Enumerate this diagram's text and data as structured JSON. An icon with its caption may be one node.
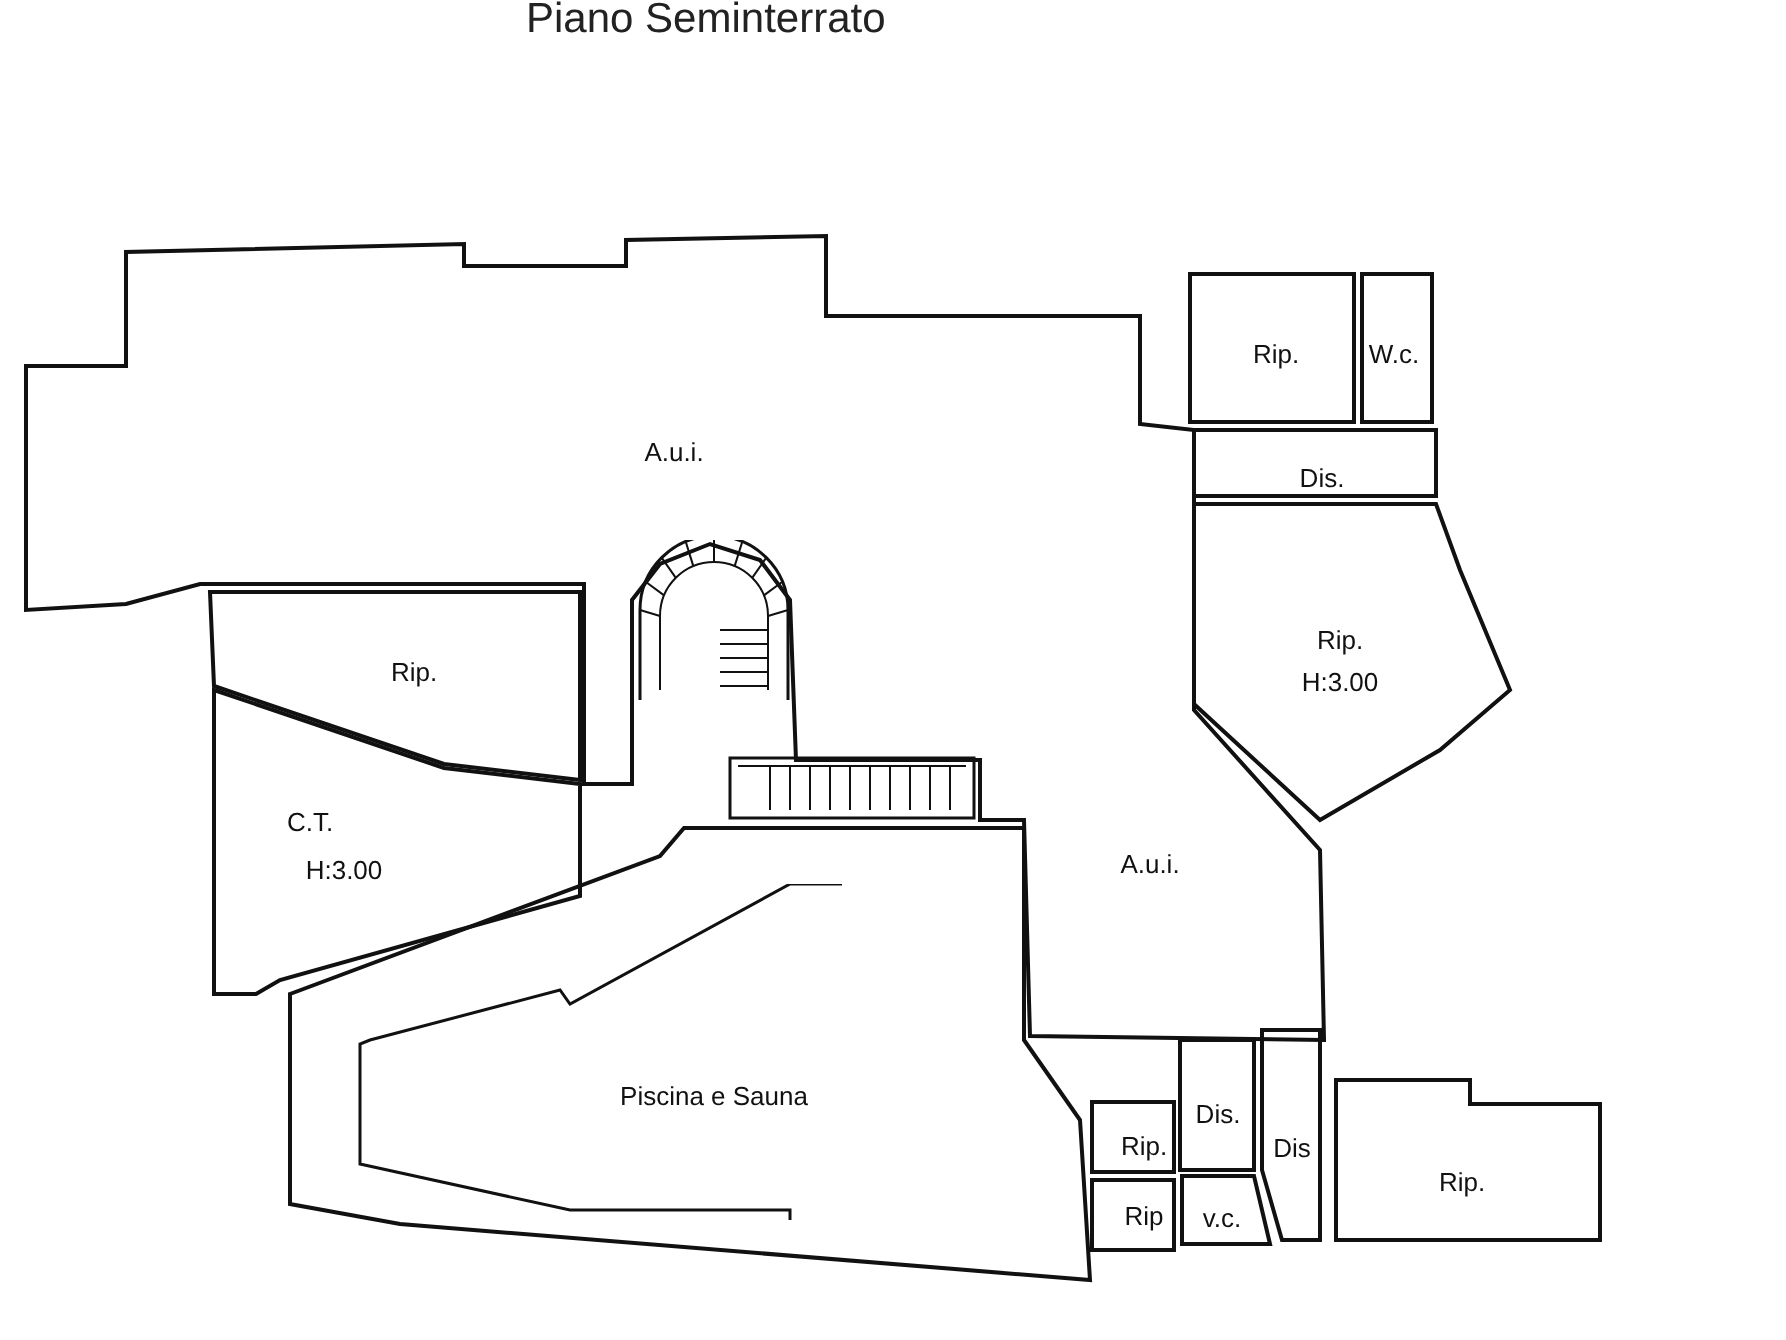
{
  "diagram": {
    "title": "Piano Seminterrato",
    "nodes": [
      {
        "text": [
          "A.u.i.",
          "A.u.i."
        ]
      },
      {
        "text": [
          "Rip."
        ]
      },
      {
        "text": [
          "C.T.",
          "H:3.00"
        ]
      },
      {
        "text": [
          "Piscina e Sauna"
        ]
      },
      {
        "text": [
          "Rip."
        ]
      },
      {
        "text": [
          "W.c."
        ]
      },
      {
        "text": [
          "Dis."
        ]
      },
      {
        "text": [
          "Rip.",
          "H:3.00"
        ]
      },
      {
        "text": [
          "Dis."
        ]
      },
      {
        "text": [
          "Dis"
        ]
      },
      {
        "text": [
          "Rip."
        ]
      },
      {
        "text": [
          "Rip"
        ]
      },
      {
        "text": [
          "v.c."
        ]
      },
      {
        "text": [
          "Rip."
        ]
      }
    ]
  }
}
